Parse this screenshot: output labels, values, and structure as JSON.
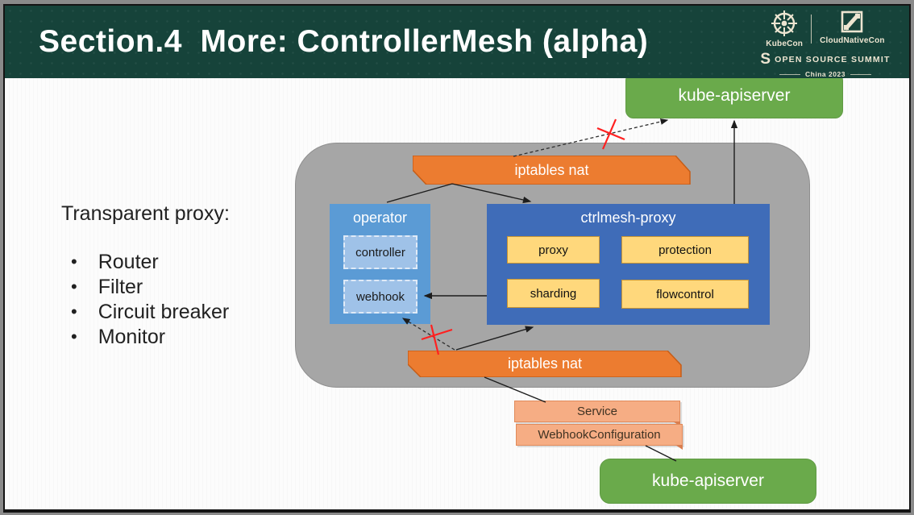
{
  "header": {
    "title": "Section.4  More: ControllerMesh (alpha)",
    "brand": {
      "kubecon_label": "KubeCon",
      "cloudnativecon_label": "CloudNativeCon",
      "summit_label": "OPEN SOURCE SUMMIT",
      "edition_label": "China 2023",
      "s_glyph": "S"
    }
  },
  "left_panel": {
    "heading": "Transparent proxy:",
    "bullets": [
      "Router",
      "Filter",
      "Circuit breaker",
      "Monitor"
    ]
  },
  "diagram": {
    "kube_apiserver_top": "kube-apiserver",
    "iptables_nat_top": "iptables nat",
    "operator": {
      "title": "operator",
      "controller": "controller",
      "webhook": "webhook"
    },
    "ctrlmesh_proxy": {
      "title": "ctrlmesh-proxy",
      "cells": [
        "proxy",
        "protection",
        "sharding",
        "flowcontrol"
      ]
    },
    "iptables_nat_bottom": "iptables nat",
    "service": "Service",
    "webhook_configuration": "WebhookConfiguration",
    "kube_apiserver_bottom": "kube-apiserver"
  },
  "colors": {
    "header_bg": "#16433a",
    "accent_green": "#6aaa4b",
    "banner_orange": "#ec7c30",
    "operator_blue": "#5b9bd5",
    "ctrlmesh_blue": "#3f6cb8",
    "cell_yellow": "#ffd87c",
    "salmon": "#f6ad84",
    "container_gray": "#a6a6a6",
    "cross_red": "#ff2020",
    "brand_cream": "#ede5d1"
  }
}
